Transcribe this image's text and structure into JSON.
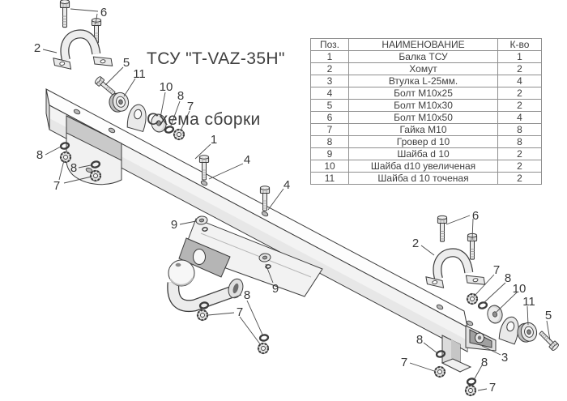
{
  "title": {
    "line1": "ТСУ \"T-VAZ-35H\"",
    "line2": "Схема сборки"
  },
  "parts_table": {
    "headers": [
      "Поз.",
      "НАИМЕНОВАНИЕ",
      "К-во"
    ],
    "rows": [
      [
        "1",
        "Балка ТСУ",
        "1"
      ],
      [
        "2",
        "Хомут",
        "2"
      ],
      [
        "3",
        "Втулка L-25мм.",
        "4"
      ],
      [
        "4",
        "Болт М10х25",
        "2"
      ],
      [
        "5",
        "Болт М10х30",
        "2"
      ],
      [
        "6",
        "Болт М10х50",
        "4"
      ],
      [
        "7",
        "Гайка  М10",
        "8"
      ],
      [
        "8",
        "Гровер d 10",
        "8"
      ],
      [
        "9",
        "Шайба d 10",
        "2"
      ],
      [
        "10",
        "Шайба d10 увеличеная",
        "2"
      ],
      [
        "11",
        "Шайба d 10 точеная",
        "2"
      ]
    ]
  },
  "callouts": [
    "6",
    "2",
    "5",
    "11",
    "10",
    "8",
    "7",
    "8",
    "8",
    "7",
    "1",
    "4",
    "4",
    "9",
    "9",
    "8",
    "7",
    "6",
    "2",
    "7",
    "8",
    "10",
    "11",
    "5",
    "8",
    "7",
    "3",
    "8",
    "7"
  ],
  "colors": {
    "line": "#3b3b3b",
    "leader": "#4a4a4a",
    "beam_top": "#fdfdfd",
    "beam_face": "#f3f3f3",
    "beam_shade": "#e2e2e2",
    "bracket": "#d8d8d8",
    "ball_plate": "#b5b5b5",
    "table_border": "#8f8f8f",
    "text": "#3b3b3b"
  }
}
